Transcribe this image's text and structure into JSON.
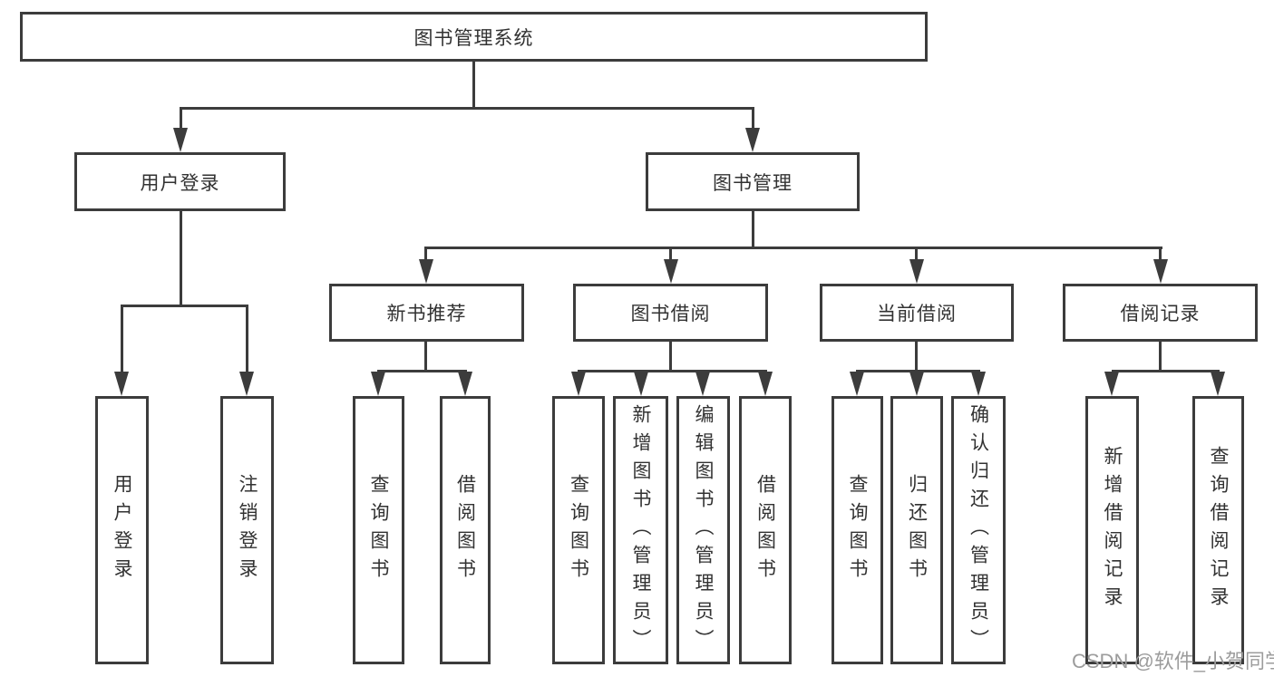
{
  "diagram": {
    "root": {
      "label": "图书管理系统"
    },
    "branches": [
      {
        "label": "用户登录"
      },
      {
        "label": "图书管理"
      }
    ],
    "modules": [
      {
        "label": "新书推荐"
      },
      {
        "label": "图书借阅"
      },
      {
        "label": "当前借阅"
      },
      {
        "label": "借阅记录"
      }
    ],
    "leaves": {
      "user_login": [
        "用户登录",
        "注销登录"
      ],
      "new_book": [
        "查询图书",
        "借阅图书"
      ],
      "book_borrow": [
        "查询图书",
        "新增图书（管理员）",
        "编辑图书（管理员）",
        "借阅图书"
      ],
      "current_borrow": [
        "查询图书",
        "归还图书",
        "确认归还（管理员）"
      ],
      "borrow_records": [
        "新增借阅记录",
        "查询借阅记录"
      ]
    }
  },
  "watermark": {
    "text": "CSDN @软件_小贺同学"
  },
  "colors": {
    "line": "#3c3c3c",
    "text": "#323232",
    "background": "#ffffff",
    "watermark": "#9c9c9c"
  }
}
